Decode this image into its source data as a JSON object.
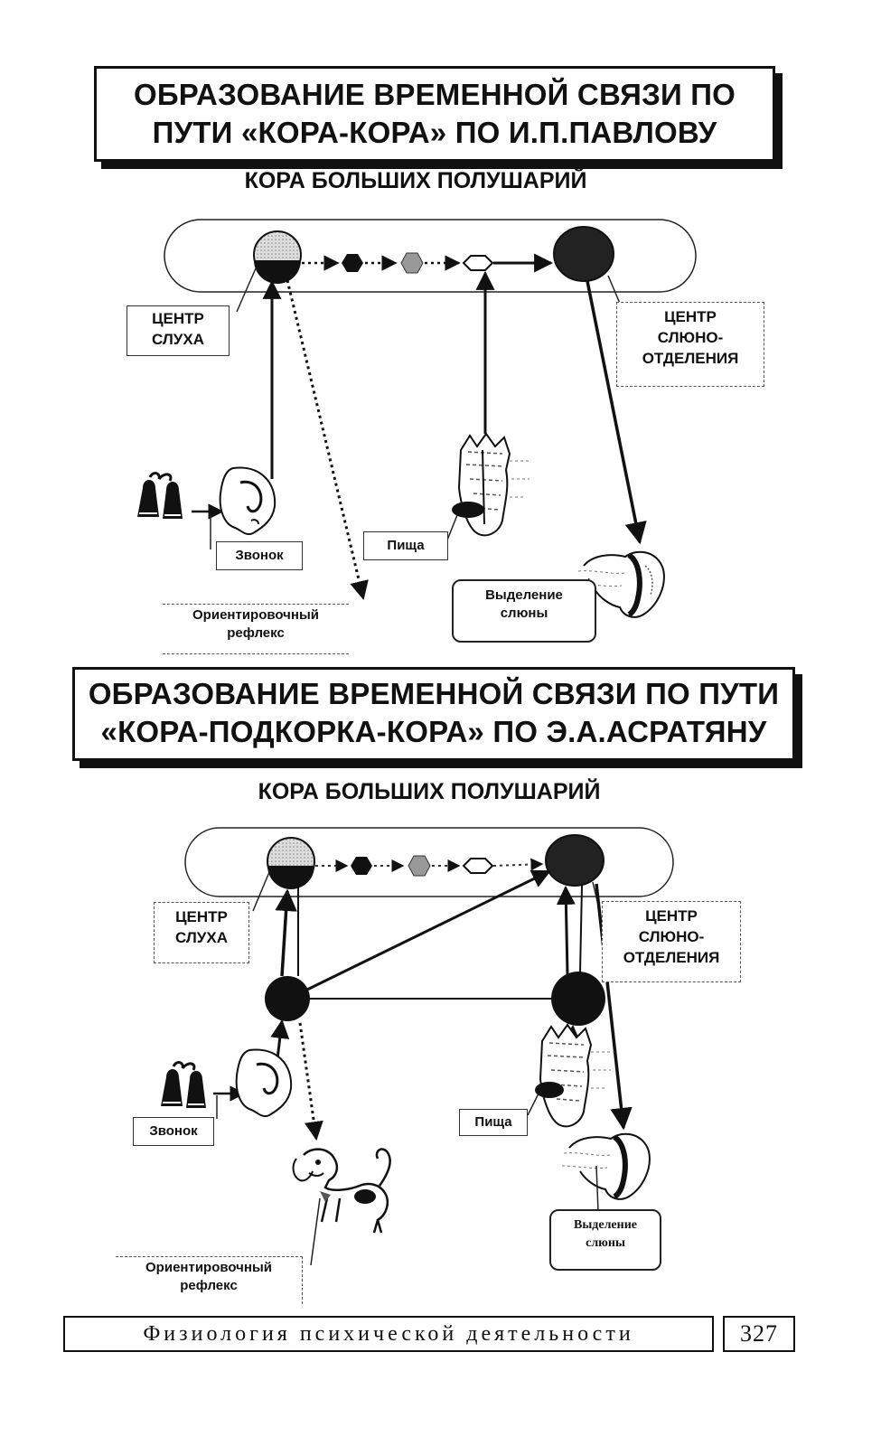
{
  "diagram1": {
    "title_line1": "ОБРАЗОВАНИЕ ВРЕМЕННОЙ СВЯЗИ ПО",
    "title_line2": "ПУТИ «КОРА-КОРА» ПО И.П.ПАВЛОВУ",
    "cortex_label": "КОРА БОЛЬШИХ ПОЛУШАРИЙ",
    "hearing_center_line1": "ЦЕНТР",
    "hearing_center_line2": "СЛУХА",
    "salivation_center_line1": "ЦЕНТР",
    "salivation_center_line2": "СЛЮНО-",
    "salivation_center_line3": "ОТДЕЛЕНИЯ",
    "bell_label": "Звонок",
    "food_label": "Пища",
    "orienting_line1": "Ориентировочный",
    "orienting_line2": "рефлекс",
    "saliva_line1": "Выделение",
    "saliva_line2": "слюны"
  },
  "diagram2": {
    "title_line1": "ОБРАЗОВАНИЕ ВРЕМЕННОЙ СВЯЗИ ПО ПУТИ",
    "title_line2": "«КОРА-ПОДКОРКА-КОРА» ПО Э.А.АСРАТЯНУ",
    "cortex_label": "КОРА БОЛЬШИХ ПОЛУШАРИЙ",
    "hearing_center_line1": "ЦЕНТР",
    "hearing_center_line2": "СЛУХА",
    "salivation_center_line1": "ЦЕНТР",
    "salivation_center_line2": "СЛЮНО-",
    "salivation_center_line3": "ОТДЕЛЕНИЯ",
    "bell_label": "Звонок",
    "food_label": "Пища",
    "orienting_line1": "Ориентировочный",
    "orienting_line2": "рефлекс",
    "saliva_line1": "Выделение",
    "saliva_line2": "слюны"
  },
  "footer": {
    "book_title": "Физиология психической деятельности",
    "page_number": "327"
  },
  "icons": [
    "bell-icon",
    "ear-icon",
    "tongue-icon",
    "salivary-gland-icon",
    "dog-icon"
  ],
  "colors": {
    "ink": "#111111",
    "background": "#ffffff"
  }
}
